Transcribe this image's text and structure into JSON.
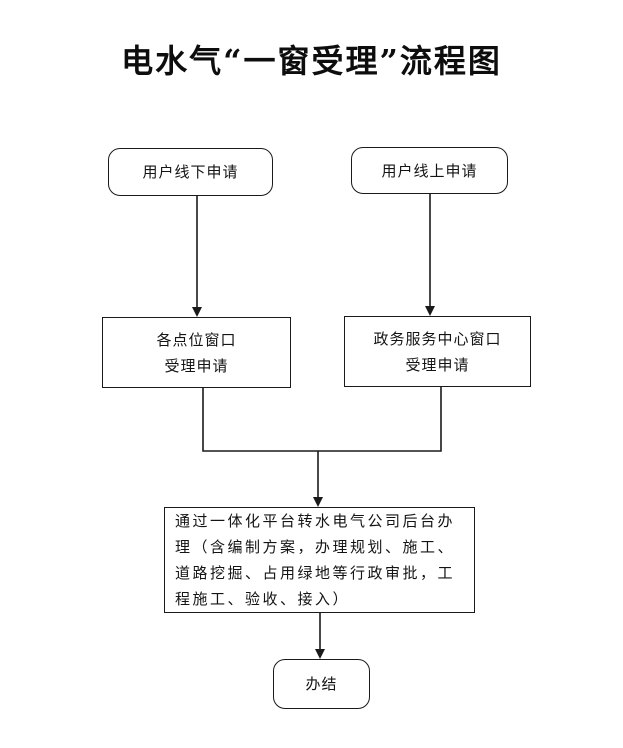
{
  "title": "电水气“一窗受理”流程图",
  "nodes": {
    "offline_apply": "用户线下申请",
    "online_apply": "用户线上申请",
    "point_window": "各点位窗口\n受理申请",
    "center_window": "政务服务中心窗口\n受理申请",
    "platform_process": "通过一体化平台转水电气公司后台办理（含编制方案，办理规划、施工、道路挖掘、占用绿地等行政审批，工程施工、验收、接入）",
    "end": "办结"
  }
}
